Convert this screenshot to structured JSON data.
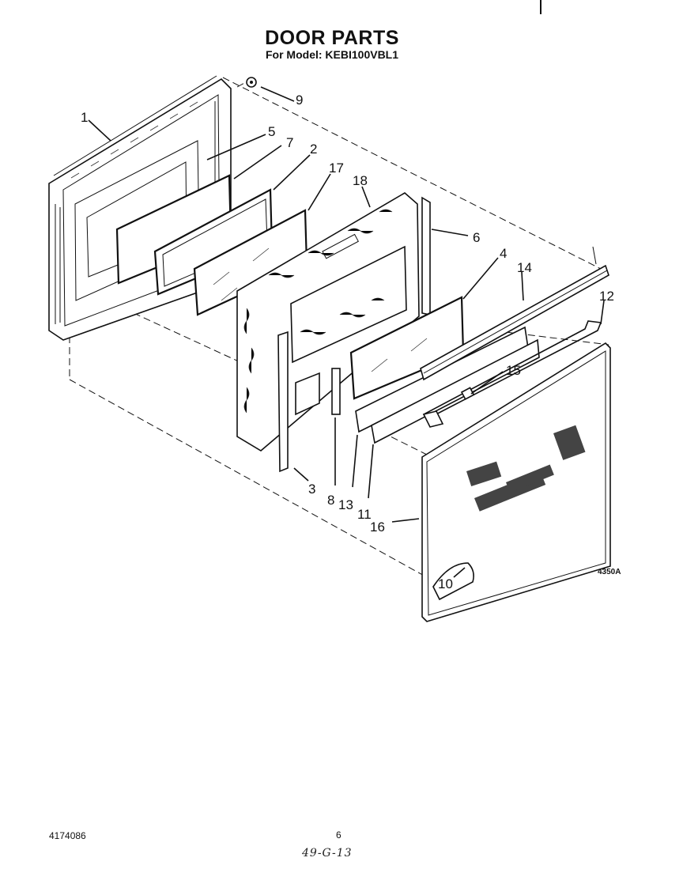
{
  "header": {
    "title": "DOOR PARTS",
    "subtitle": "For Model: KEBI100VBL1"
  },
  "diagram": {
    "figure_code": "4350A",
    "callouts": [
      "1",
      "2",
      "3",
      "4",
      "5",
      "6",
      "7",
      "8",
      "9",
      "10",
      "11",
      "12",
      "13",
      "14",
      "15",
      "16",
      "17",
      "18"
    ]
  },
  "footer": {
    "doc_number": "4174086",
    "page_number": "6",
    "handwritten_note": "49-G-13"
  }
}
